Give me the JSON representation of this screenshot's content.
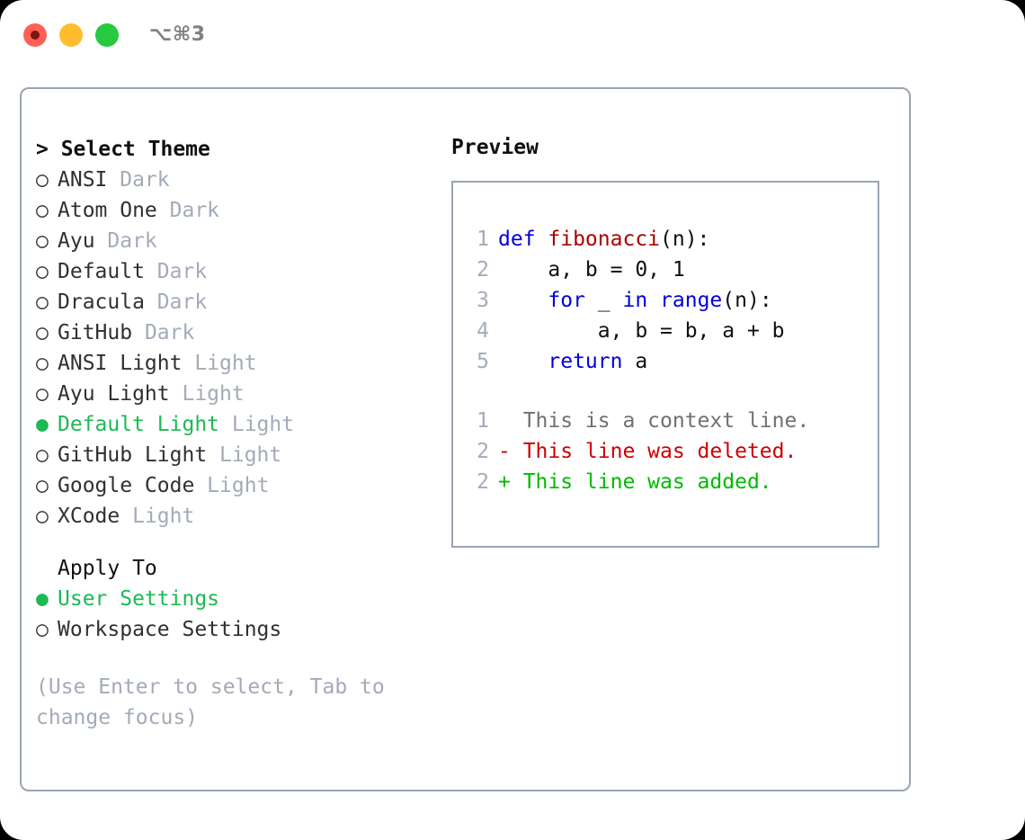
{
  "window": {
    "shortcut": "⌥⌘3",
    "traffic_lights": [
      {
        "name": "close",
        "color": "#ff5f56"
      },
      {
        "name": "minimize",
        "color": "#ffbd2e"
      },
      {
        "name": "maximize",
        "color": "#27c93f"
      }
    ]
  },
  "theme_selector": {
    "title": "> Select Theme",
    "selected_marker": "●",
    "unselected_marker": "○",
    "items": [
      {
        "name": "ANSI",
        "tag": "Dark",
        "selected": false
      },
      {
        "name": "Atom One",
        "tag": "Dark",
        "selected": false
      },
      {
        "name": "Ayu",
        "tag": "Dark",
        "selected": false
      },
      {
        "name": "Default",
        "tag": "Dark",
        "selected": false
      },
      {
        "name": "Dracula",
        "tag": "Dark",
        "selected": false
      },
      {
        "name": "GitHub",
        "tag": "Dark",
        "selected": false
      },
      {
        "name": "ANSI Light",
        "tag": "Light",
        "selected": false
      },
      {
        "name": "Ayu Light",
        "tag": "Light",
        "selected": false
      },
      {
        "name": "Default Light",
        "tag": "Light",
        "selected": true
      },
      {
        "name": "GitHub Light",
        "tag": "Light",
        "selected": false
      },
      {
        "name": "Google Code",
        "tag": "Light",
        "selected": false
      },
      {
        "name": "XCode",
        "tag": "Light",
        "selected": false
      }
    ]
  },
  "apply_to": {
    "title": "Apply To",
    "items": [
      {
        "name": "User Settings",
        "selected": true
      },
      {
        "name": "Workspace Settings",
        "selected": false
      }
    ]
  },
  "hint": "(Use Enter to select, Tab to change focus)",
  "preview": {
    "title": "Preview",
    "code_lines": [
      {
        "no": "1",
        "tokens": [
          {
            "t": "def ",
            "c": "kw"
          },
          {
            "t": "fibonacci",
            "c": "fn"
          },
          {
            "t": "(n):",
            "c": "plain"
          }
        ]
      },
      {
        "no": "2",
        "tokens": [
          {
            "t": "    a, b = 0, 1",
            "c": "plain"
          }
        ]
      },
      {
        "no": "3",
        "tokens": [
          {
            "t": "    ",
            "c": "plain"
          },
          {
            "t": "for",
            "c": "kw"
          },
          {
            "t": " _ ",
            "c": "plain"
          },
          {
            "t": "in",
            "c": "kw"
          },
          {
            "t": " ",
            "c": "plain"
          },
          {
            "t": "range",
            "c": "kw"
          },
          {
            "t": "(n):",
            "c": "plain"
          }
        ]
      },
      {
        "no": "4",
        "tokens": [
          {
            "t": "        a, b = b, a + b",
            "c": "plain"
          }
        ]
      },
      {
        "no": "5",
        "tokens": [
          {
            "t": "    ",
            "c": "plain"
          },
          {
            "t": "return",
            "c": "kw"
          },
          {
            "t": " a",
            "c": "plain"
          }
        ]
      }
    ],
    "diff_lines": [
      {
        "no": "1",
        "text": "  This is a context line.",
        "kind": "diff-ctx"
      },
      {
        "no": "2",
        "text": "- This line was deleted.",
        "kind": "diff-del"
      },
      {
        "no": "2",
        "text": "+ This line was added.",
        "kind": "diff-add"
      }
    ]
  },
  "colors": {
    "accent_green": "#1db954",
    "muted": "#a3abb8",
    "keyword_blue": "#0000dd",
    "function_red": "#aa0000",
    "diff_delete": "#cc0000",
    "diff_add": "#00bb00",
    "border": "#9aa4b2"
  }
}
